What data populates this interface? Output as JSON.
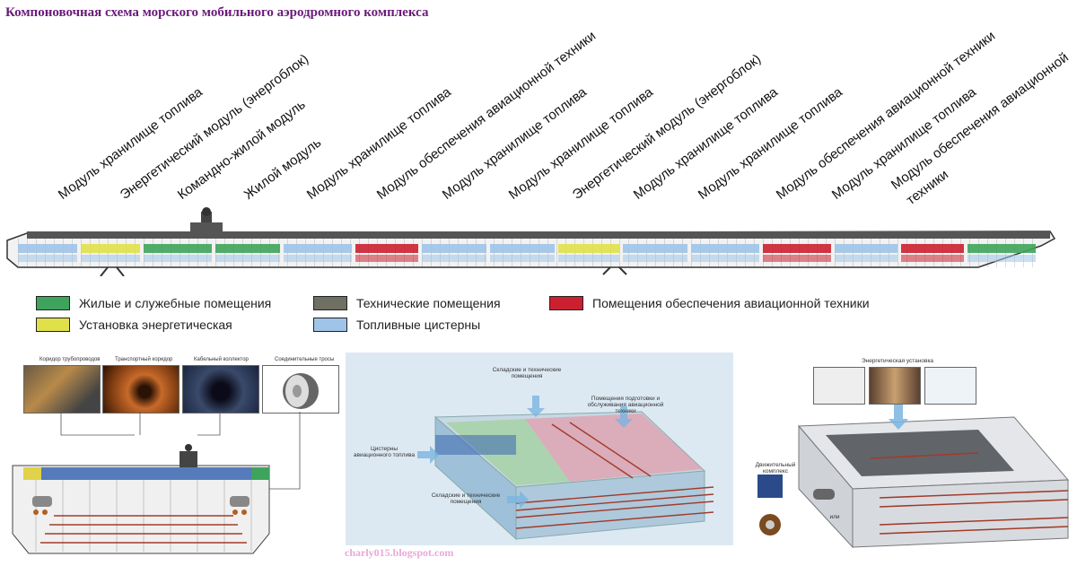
{
  "title": "Компоновочная схема морского мобильного аэродромного комплекса",
  "module_labels": [
    "Модуль хранилище топлива",
    "Энергетический модуль (энергоблок)",
    "Командно-жилой модуль",
    "Жилой модуль",
    "Модуль хранилище топлива",
    "Модуль обеспечения авиационной техники",
    "Модуль хранилище топлива",
    "Модуль хранилище топлива",
    "Энергетический модуль (энергоблок)",
    "Модуль хранилище топлива",
    "Модуль хранилище топлива",
    "Модуль обеспечения авиационной техники",
    "Модуль хранилище топлива",
    "Модуль обеспечения авиационной",
    "техники"
  ],
  "legend": [
    {
      "label": "Жилые и служебные помещения",
      "color": "#3fa45b"
    },
    {
      "label": "Технические помещения",
      "color": "#6f7062"
    },
    {
      "label": "Помещения обеспечения авиационной техники",
      "color": "#cc2030"
    },
    {
      "label": "Установка энергетическая",
      "color": "#e0e04a"
    },
    {
      "label": "Топливные цистерны",
      "color": "#9fc4e8"
    }
  ],
  "panel_left": {
    "thumb_captions": [
      "Коридор трубопроводов",
      "Транспортный коридор",
      "Кабельный коллектор",
      "Соединительные тросы"
    ]
  },
  "panel_middle": {
    "notes": [
      "Складские и технические помещения",
      "Помещения подготовки и обслуживания авиационной техники",
      "Цистерны авиационного топлива",
      "Складские и технические помещения"
    ]
  },
  "panel_right": {
    "notes": [
      "Энергетическая установка",
      "Движительный комплекс",
      "или"
    ]
  },
  "watermark": "charly015.blogspot.com"
}
